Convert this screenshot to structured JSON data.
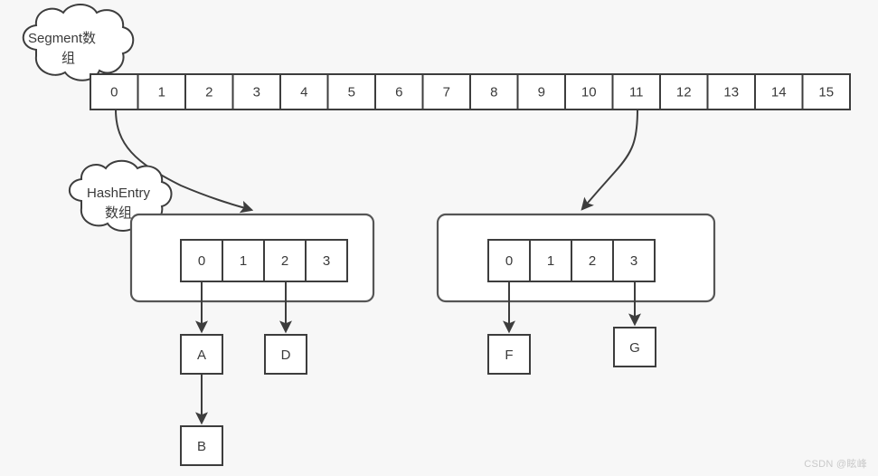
{
  "diagram": {
    "title": "ConcurrentHashMap Segment / HashEntry structure",
    "background_color": "#f7f7f7",
    "stroke_color": "#3d3d3d",
    "fill_color": "#ffffff",
    "text_color": "#3a3a3a"
  },
  "labels": {
    "segment_cloud": "Segment数组",
    "segment_cloud_line1": "Segment数",
    "segment_cloud_line2": "组",
    "hashentry_cloud": "HashEntry数组",
    "hashentry_cloud_line1": "HashEntry",
    "hashentry_cloud_line2": "数组"
  },
  "segment_array": {
    "name": "segment-array",
    "cells": [
      "0",
      "1",
      "2",
      "3",
      "4",
      "5",
      "6",
      "7",
      "8",
      "9",
      "10",
      "11",
      "12",
      "13",
      "14",
      "15"
    ],
    "count": 16
  },
  "segments": [
    {
      "id": "segment-0",
      "source_index": "0",
      "hashentry_cells": [
        "0",
        "1",
        "2",
        "3"
      ],
      "entries": [
        {
          "id": "node-a",
          "label": "A",
          "from_bucket": "0"
        },
        {
          "id": "node-d",
          "label": "D",
          "from_bucket": "2"
        }
      ],
      "chain": [
        {
          "id": "node-b",
          "label": "B",
          "parent": "node-a"
        }
      ]
    },
    {
      "id": "segment-11",
      "source_index": "11",
      "hashentry_cells": [
        "0",
        "1",
        "2",
        "3"
      ],
      "entries": [
        {
          "id": "node-f",
          "label": "F",
          "from_bucket": "0"
        },
        {
          "id": "node-g",
          "label": "G",
          "from_bucket": "3"
        }
      ],
      "chain": []
    }
  ],
  "watermark": "CSDN @眩峰"
}
